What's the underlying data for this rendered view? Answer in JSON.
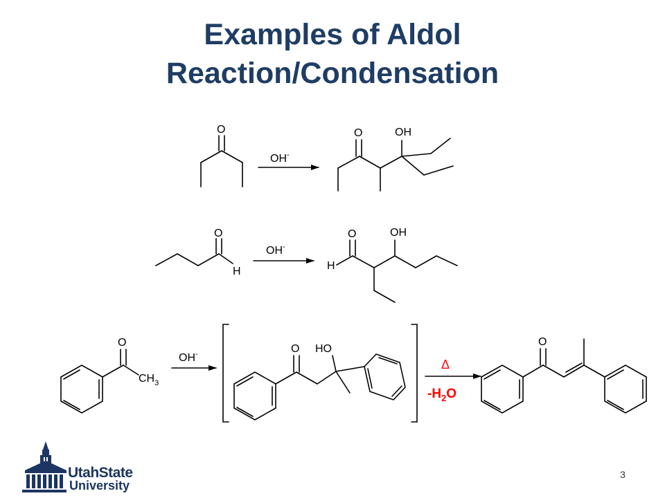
{
  "slide": {
    "title_line1": "Examples of Aldol",
    "title_line2": "Reaction/Condensation",
    "page_number": "3"
  },
  "reactions": {
    "reagent_main": "OH",
    "reagent_sup": "-",
    "atom_O": "O",
    "atom_OH": "OH",
    "atom_HO": "HO",
    "atom_H": "H",
    "methyl_CH": "CH",
    "methyl_sub": "3",
    "heat_symbol": "Δ",
    "water_prefix": "-H",
    "water_sub": "2",
    "water_suffix": "O"
  },
  "logo": {
    "line1": "UtahState",
    "line2": "University"
  },
  "colors": {
    "title": "#1f3d64",
    "condition": "#ff0000",
    "logo": "#1c3563"
  }
}
